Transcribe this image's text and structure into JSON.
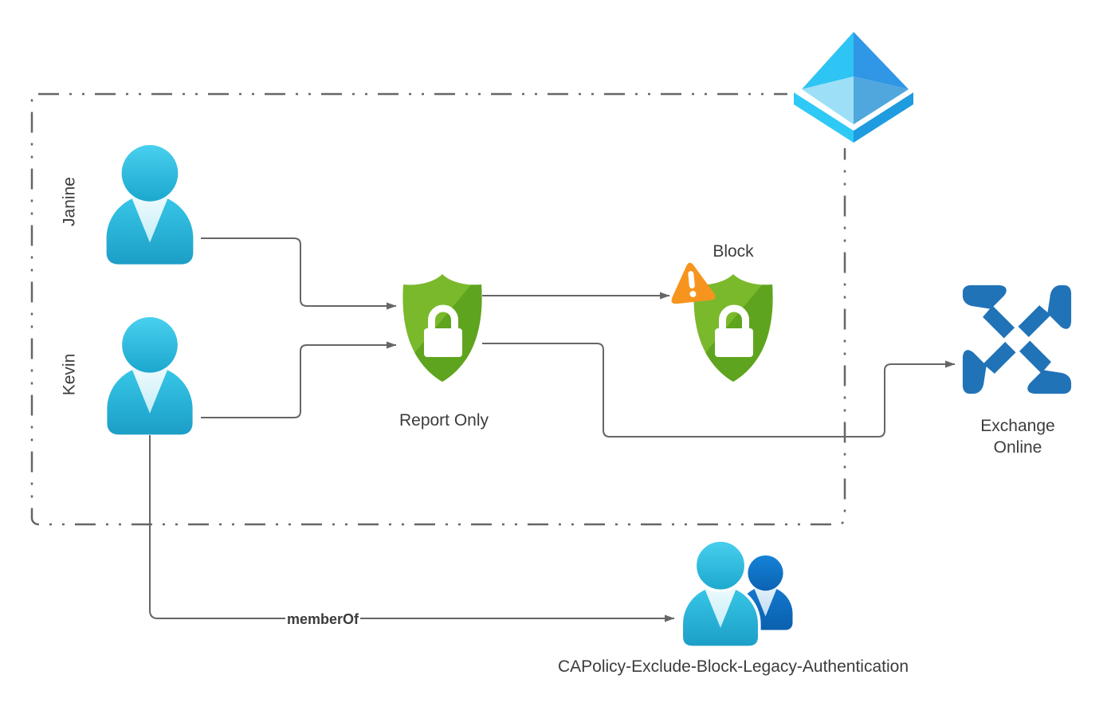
{
  "diagram": {
    "type": "conditional-access-policy-flow",
    "boundary_style": "dash-dot-dot rounded rectangle"
  },
  "nodes": {
    "janine": {
      "label": "Janine",
      "icon": "user-icon"
    },
    "kevin": {
      "label": "Kevin",
      "icon": "user-icon"
    },
    "report_only": {
      "label": "Report Only",
      "icon": "shield-lock-icon"
    },
    "block": {
      "label": "Block",
      "icon": "shield-lock-icon",
      "badge": "warning-triangle-icon"
    },
    "azure_ad": {
      "icon": "azure-ad-pyramid-icon"
    },
    "exchange_online": {
      "label_line1": "Exchange",
      "label_line2": "Online",
      "icon": "exchange-online-icon"
    },
    "ca_policy_group": {
      "label": "CAPolicy-Exclude-Block-Legacy-Authentication",
      "icon": "user-group-icon"
    }
  },
  "edges": [
    {
      "from": "janine",
      "to": "report_only",
      "label": ""
    },
    {
      "from": "kevin",
      "to": "report_only",
      "label": ""
    },
    {
      "from": "report_only",
      "to": "block",
      "label": ""
    },
    {
      "from": "report_only",
      "to": "exchange_online",
      "label": ""
    },
    {
      "from": "kevin",
      "to": "ca_policy_group",
      "label": "memberOf"
    }
  ],
  "colors": {
    "line_gray": "#666666",
    "text_color": "#3C3C3C",
    "person_teal": "#2ABBE0",
    "person_blue": "#0E6FC4",
    "shield_light": "#7AB92C",
    "shield_dark": "#5FA41E",
    "warning_orange": "#F7941E",
    "exchange_blue": "#2173B8",
    "azure_upper_left": "#2EC4F3",
    "azure_upper_right": "#3096E6",
    "azure_lower_left": "#9CDFF7",
    "azure_lower_right": "#4FA7DD",
    "azure_base_left": "#2FC9F5",
    "azure_base_right": "#1F9BE0"
  }
}
